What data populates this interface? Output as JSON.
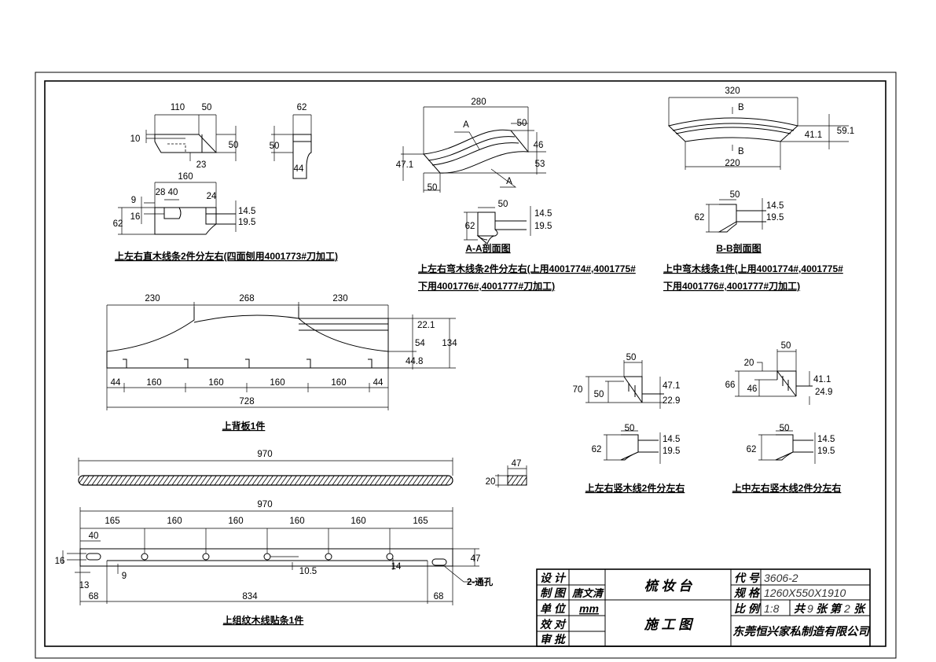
{
  "v1": {
    "dims": [
      "110",
      "50",
      "10",
      "50",
      "23",
      "62",
      "50",
      "44",
      "160",
      "9",
      "28",
      "40",
      "24",
      "16",
      "62",
      "14.5",
      "19.5"
    ],
    "caption": "上左右直木线条2件分左右(四面刨用4001773#刀加工)"
  },
  "v2": {
    "dims": [
      "280",
      "A",
      "50",
      "46",
      "47.1",
      "53",
      "A",
      "50",
      "50",
      "14.5",
      "62",
      "19.5"
    ],
    "section": "A-A剖面图",
    "caption1": "上左右弯木线条2件分左右(上用4001774#,4001775#",
    "caption2": "下用4001776#,4001777#刀加工)"
  },
  "v3": {
    "dims": [
      "320",
      "B",
      "41.1",
      "59.1",
      "B",
      "220",
      "50",
      "14.5",
      "62",
      "19.5"
    ],
    "section": "B-B剖面图",
    "caption1": "上中弯木线条1件(上用4001774#,4001775#",
    "caption2": "下用4001776#,4001777#刀加工)"
  },
  "v4": {
    "dims": [
      "230",
      "268",
      "230",
      "22.1",
      "54",
      "134",
      "44.8",
      "44",
      "160",
      "160",
      "160",
      "160",
      "44",
      "728"
    ],
    "caption": "上背板1件"
  },
  "v5": {
    "dims": [
      "970",
      "47",
      "20"
    ]
  },
  "v6": {
    "dims": [
      "970",
      "165",
      "160",
      "160",
      "160",
      "160",
      "165",
      "40",
      "16",
      "47",
      "13",
      "9",
      "10.5",
      "14",
      "2-通孔",
      "68",
      "834",
      "68"
    ],
    "caption": "上组纹木线贴条1件"
  },
  "v7": {
    "dims": [
      "50",
      "70",
      "50",
      "47.1",
      "22.9",
      "50",
      "62",
      "14.5",
      "19.5"
    ],
    "caption": "上左右竖木线2件分左右"
  },
  "v8": {
    "dims": [
      "50",
      "20",
      "66",
      "46",
      "41.1",
      "24.9",
      "50",
      "62",
      "14.5",
      "19.5"
    ],
    "caption": "上中左右竖木线2件分左右"
  },
  "title_block": {
    "design_label": "设 计",
    "design_value": "",
    "draw_label": "制 图",
    "draw_value": "唐文清",
    "unit_label": "单 位",
    "unit_value": "mm",
    "check_label": "效 对",
    "check_value": "",
    "approve_label": "审 批",
    "approve_value": "",
    "product_name": "梳 妆 台",
    "drawing_type": "施 工 图",
    "code_label": "代 号",
    "code_value": "3606-2",
    "spec_label": "规 格",
    "spec_value": "1260X550X1910",
    "scale_label": "比 例",
    "scale_value": "1:8",
    "sheets_total_prefix": "共",
    "sheets_total": "9",
    "sheets_mid": "张 第",
    "sheet_no": "2",
    "sheets_suffix": "张",
    "company": "东莞恒兴家私制造有限公司"
  }
}
